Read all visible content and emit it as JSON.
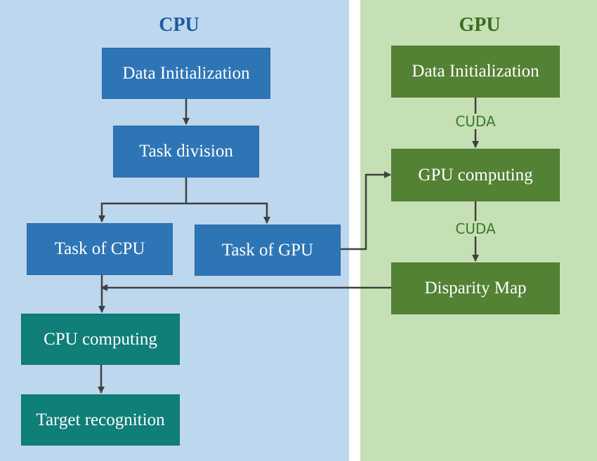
{
  "cpu": {
    "title": "CPU",
    "nodes": {
      "data_init": "Data Initialization",
      "task_division": "Task division",
      "task_cpu": "Task of CPU",
      "task_gpu": "Task of GPU",
      "cpu_computing": "CPU computing",
      "target_recognition": "Target recognition"
    }
  },
  "gpu": {
    "title": "GPU",
    "nodes": {
      "data_init": "Data Initialization",
      "gpu_computing": "GPU computing",
      "disparity_map": "Disparity Map"
    },
    "edge_labels": [
      "CUDA",
      "CUDA"
    ]
  },
  "colors": {
    "cpu_panel": "#bdd7ee",
    "gpu_panel": "#c5e0b4",
    "cpu_node": "#2e75b6",
    "gpu_node": "#548235",
    "result_node": "#0f7f78",
    "arrow": "#404040"
  }
}
